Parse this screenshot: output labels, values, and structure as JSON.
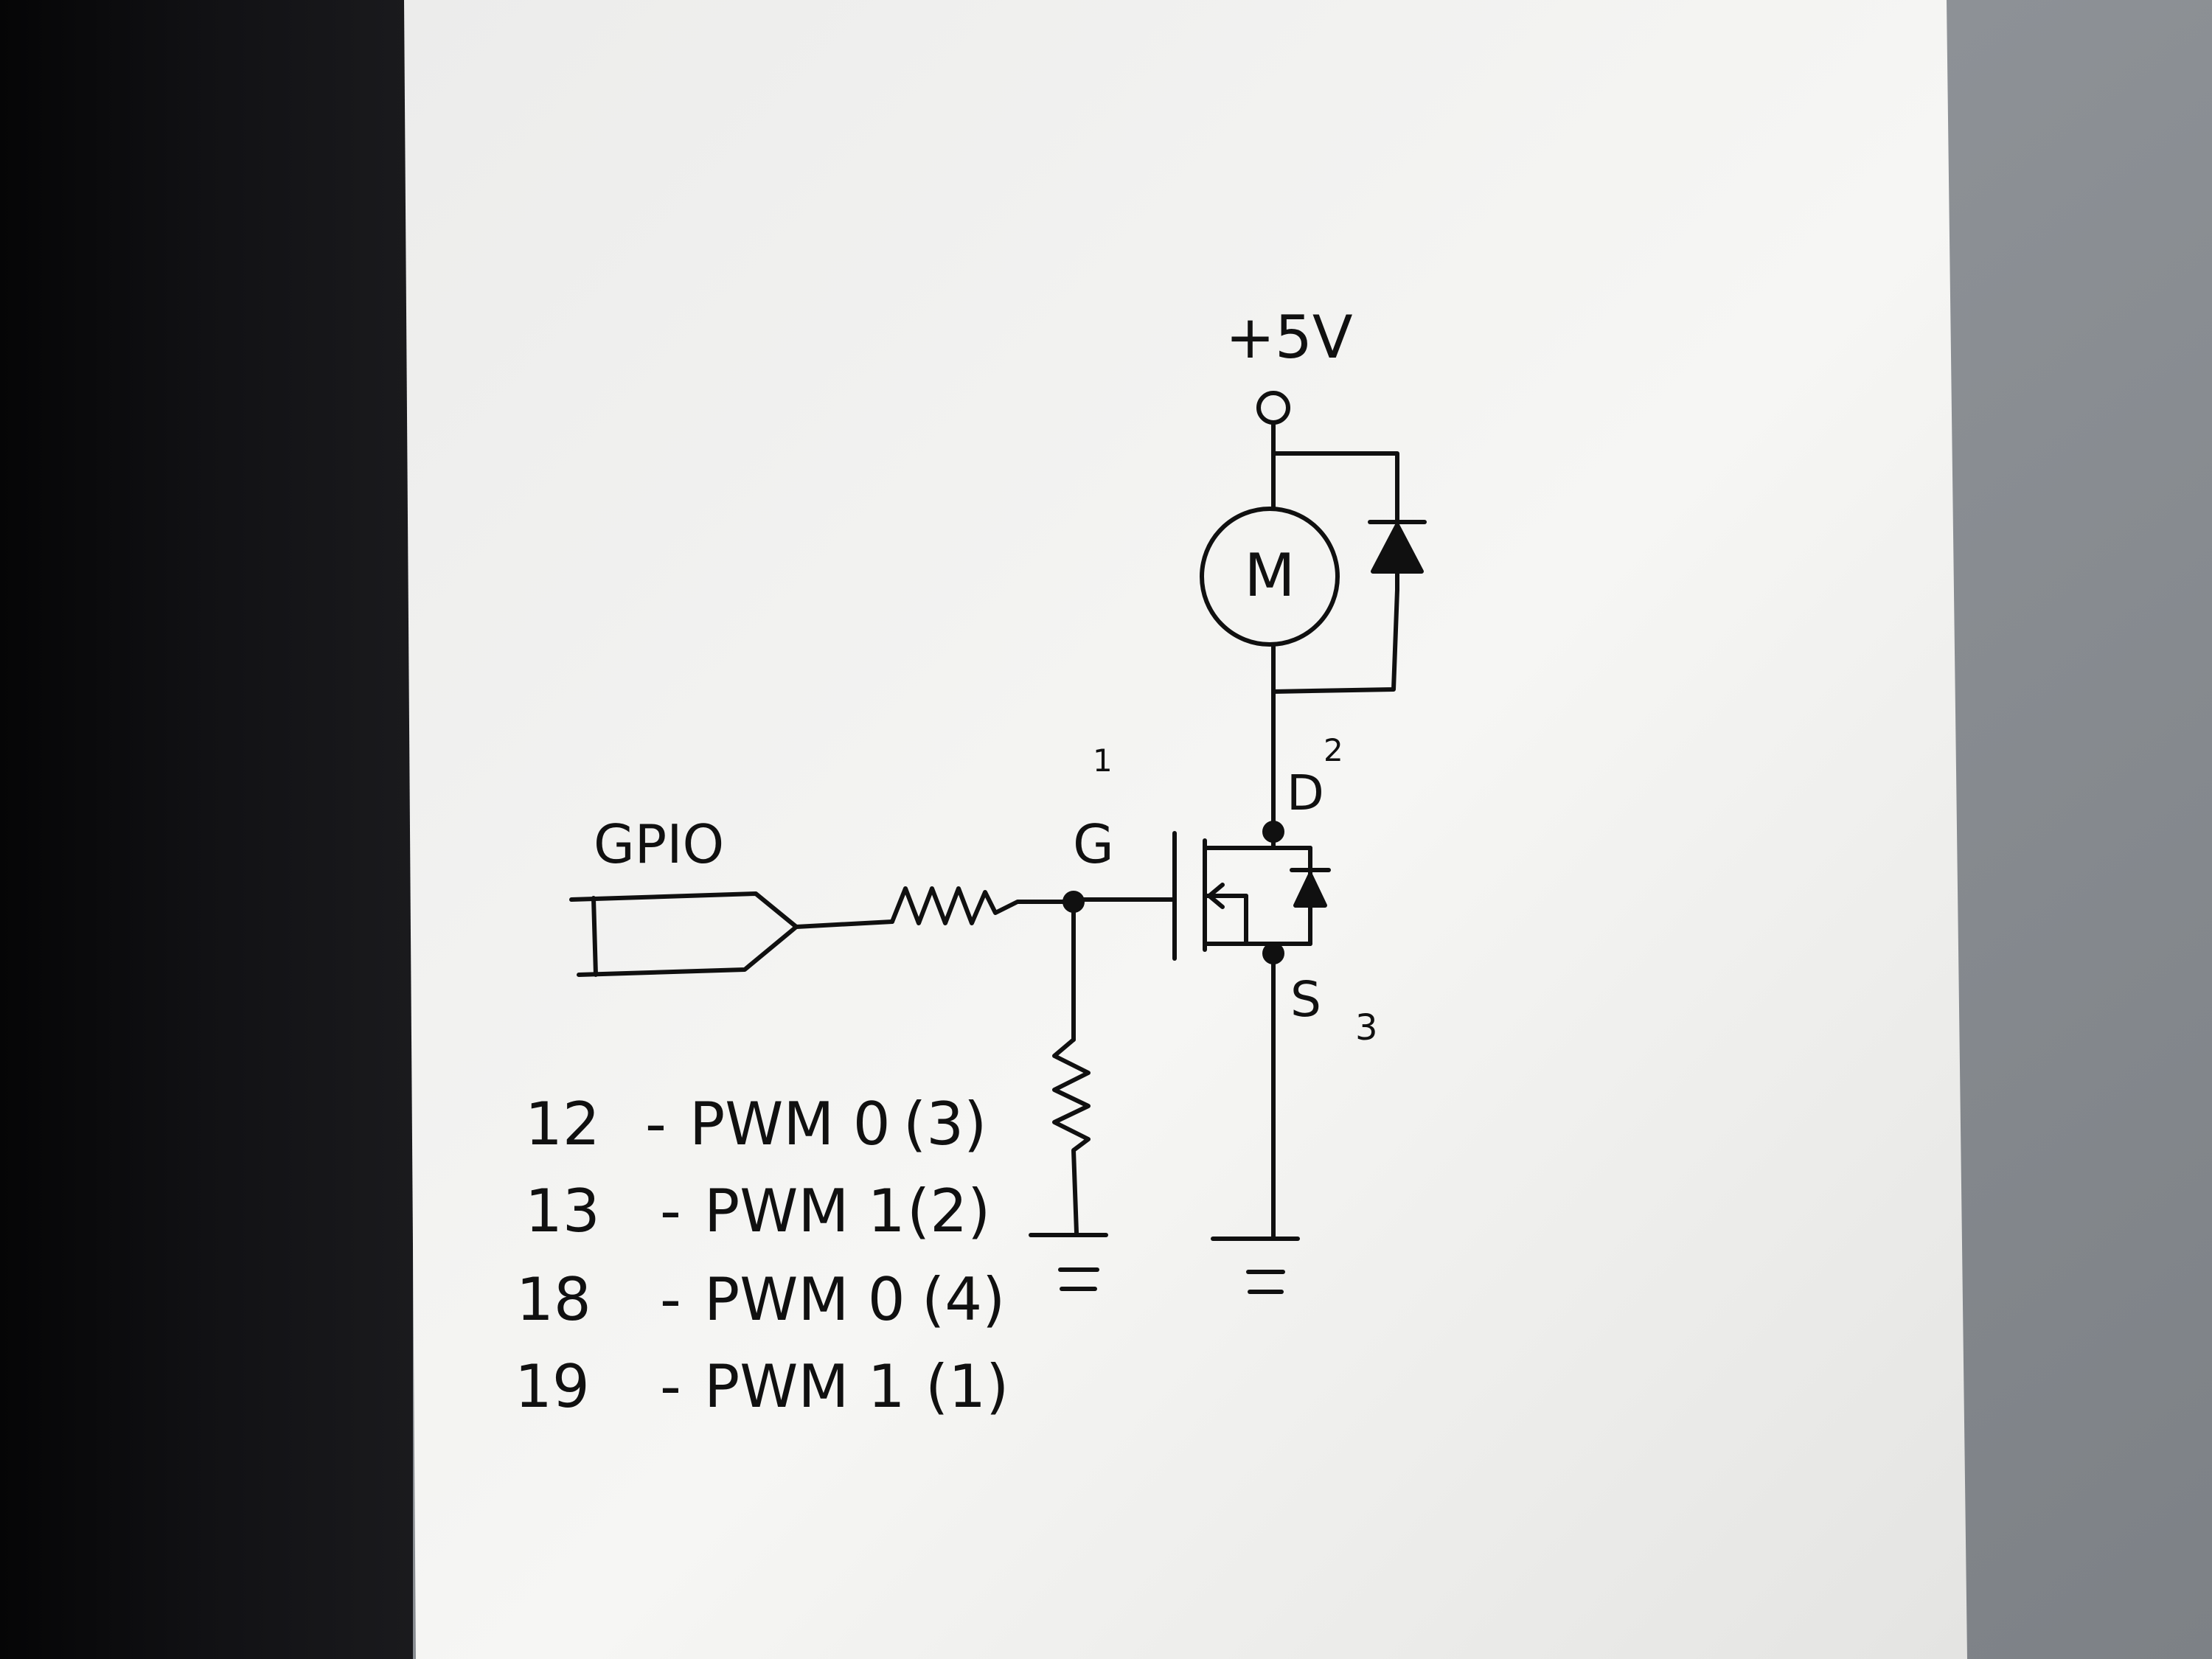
{
  "diagram": {
    "supply_label": "+5V",
    "motor_label": "M",
    "input_label": "GPIO",
    "gate_pin": {
      "letter": "G",
      "number": "1"
    },
    "drain_pin": {
      "letter": "D",
      "number": "2"
    },
    "source_pin": {
      "letter": "S",
      "number": "3"
    }
  },
  "pin_table": [
    {
      "gpio": "12",
      "dash": "-",
      "pwm": "PWM 0",
      "channel": "(3)"
    },
    {
      "gpio": "13",
      "dash": "-",
      "pwm": "PWM 1",
      "channel": "(2)"
    },
    {
      "gpio": "18",
      "dash": "-",
      "pwm": "PWM 0",
      "channel": "(4)"
    },
    {
      "gpio": "19",
      "dash": "-",
      "pwm": "PWM 1",
      "channel": "(1)"
    }
  ],
  "icons": [
    "motor-icon",
    "flyback-diode-icon",
    "mosfet-icon",
    "resistor-icon",
    "ground-icon"
  ],
  "colors": {
    "ink": "#101010",
    "paper": "#f4f4f2",
    "desk_dark": "#0c0c0e",
    "desk_gray": "#8f9398"
  }
}
